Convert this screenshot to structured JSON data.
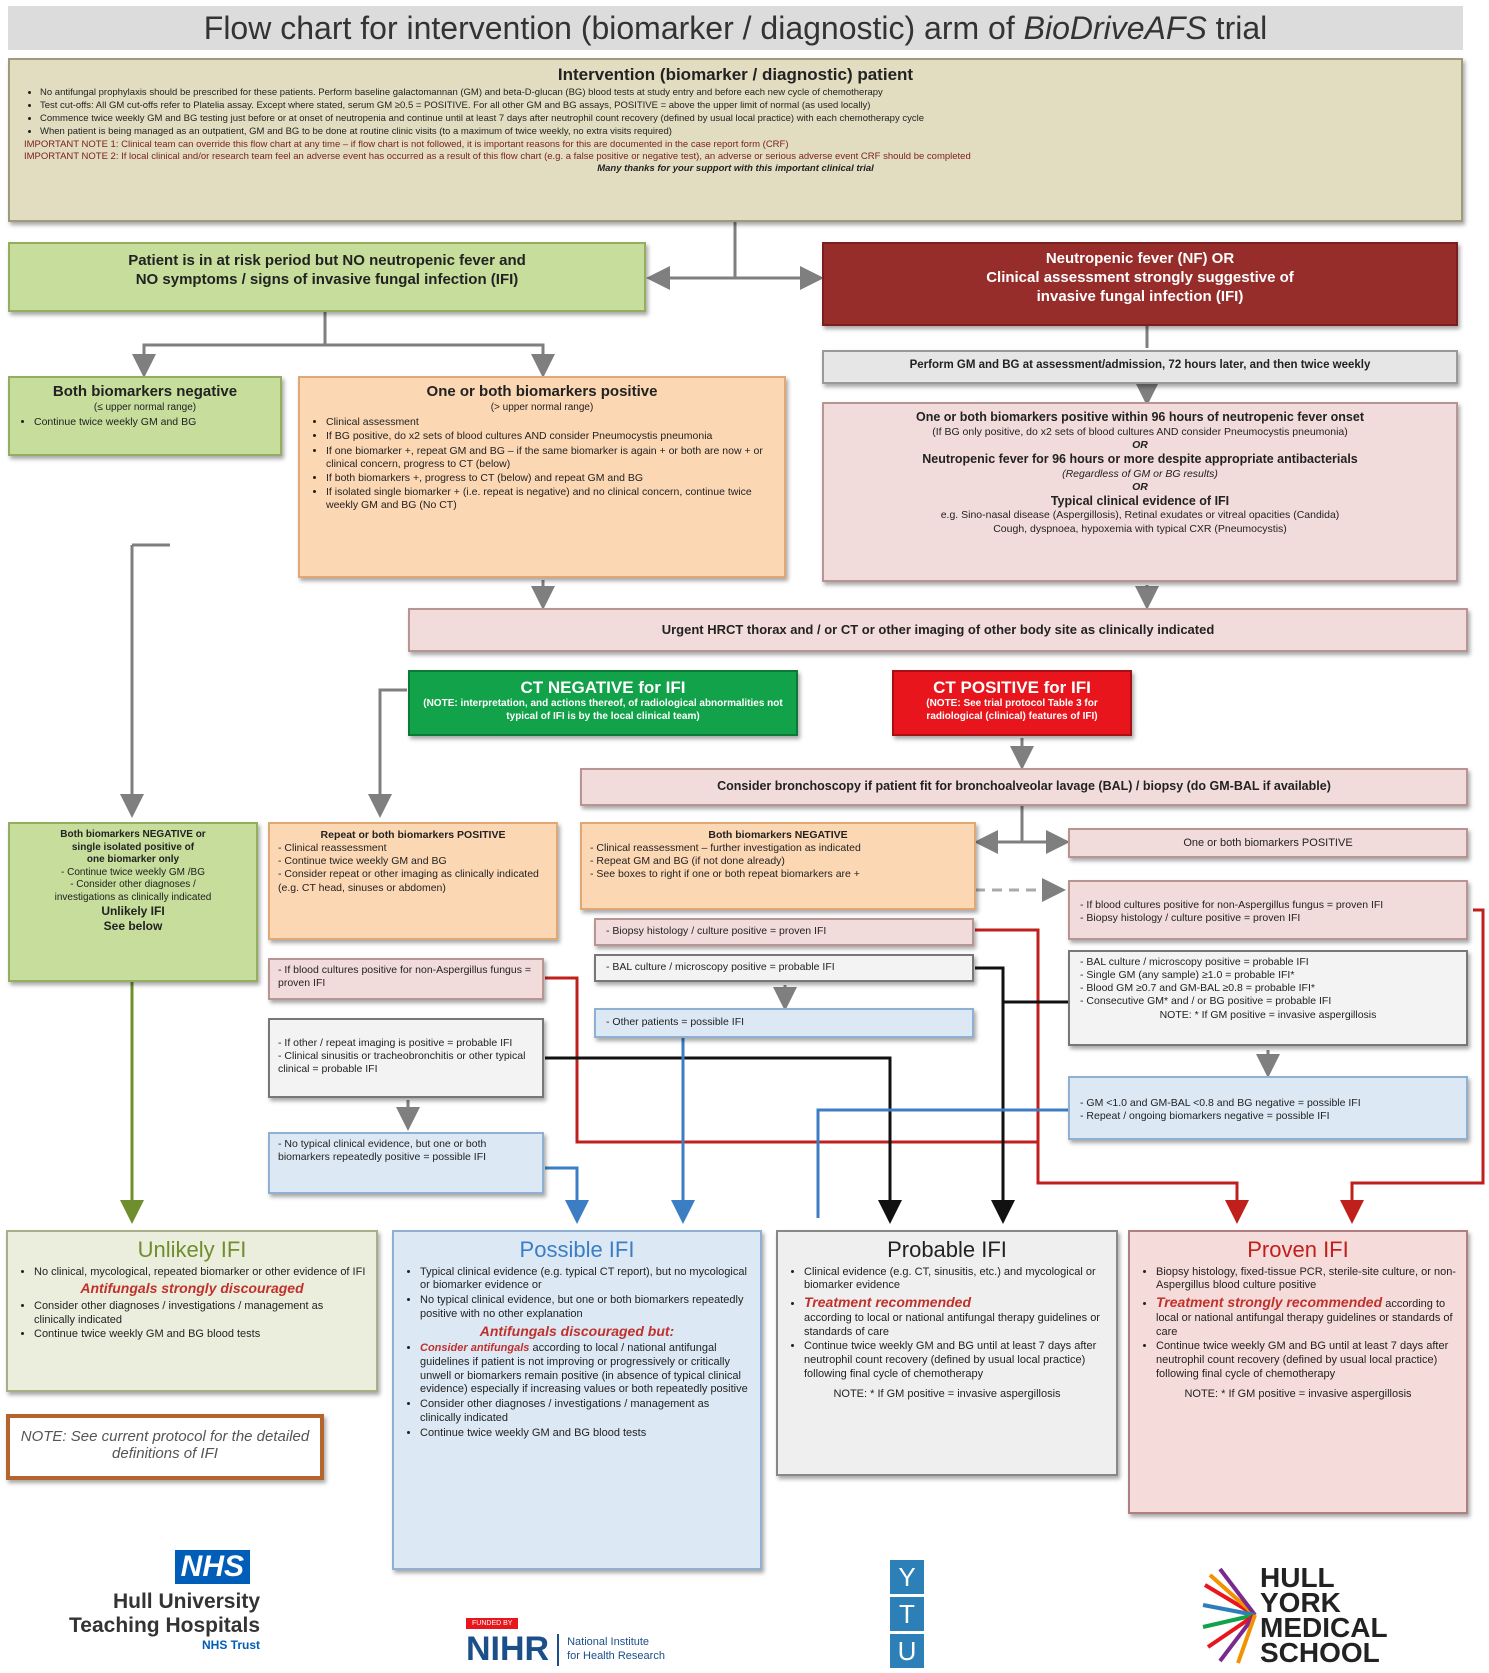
{
  "title": {
    "prefix": "Flow chart for intervention (biomarker / diagnostic) arm of ",
    "italic": "BioDriveAFS",
    "suffix": " trial"
  },
  "header": {
    "heading": "Intervention (biomarker / diagnostic) patient",
    "bullets": [
      "No antifungal prophylaxis should be prescribed for these patients. Perform baseline galactomannan (GM) and beta-D-glucan (BG) blood tests at study entry and before each new cycle of chemotherapy",
      "Test cut-offs: All GM cut-offs refer to Platelia assay. Except where stated, serum GM ≥0.5 = POSITIVE. For all other GM and BG assays, POSITIVE = above the upper limit of normal (as used locally)",
      "Commence twice weekly GM and BG testing just before or at onset of neutropenia and continue until at least 7 days after neutrophil count recovery (defined by usual local practice) with each chemotherapy cycle",
      "When patient is being managed as an outpatient, GM and BG to be done at routine clinic visits (to a maximum of twice weekly, no extra visits required)"
    ],
    "note1": "IMPORTANT NOTE 1: Clinical team can override this flow chart at any time – if flow chart is not followed, it is important reasons for this are documented in the case report form (CRF)",
    "note2": "IMPORTANT NOTE 2: If local clinical and/or research team feel an adverse event has occurred as a result of this flow chart (e.g. a false positive or negative test), an adverse or serious adverse event CRF should be completed",
    "thanks": "Many thanks for your support with this important clinical trial"
  },
  "at_risk": {
    "line1": "Patient is in at risk period but NO neutropenic fever and",
    "line2": "NO symptoms / signs of invasive fungal infection (IFI)"
  },
  "nf": {
    "line1": "Neutropenic fever (NF) OR",
    "line2": "Clinical assessment strongly suggestive of",
    "line3": "invasive fungal infection (IFI)"
  },
  "perform": "Perform GM and BG at assessment/admission, 72 hours later, and then twice weekly",
  "both_neg": {
    "title": "Both biomarkers negative",
    "sub": "(≤ upper normal range)",
    "bullet": "Continue twice weekly GM and BG"
  },
  "one_pos": {
    "title": "One or both biomarkers positive",
    "sub": "(> upper normal range)",
    "bullets": [
      "Clinical assessment",
      "If BG positive, do x2 sets of blood cultures AND consider Pneumocystis pneumonia",
      "If one biomarker +, repeat GM and BG – if the same biomarker is again + or both are now + or clinical concern, progress to CT (below)",
      "If both biomarkers +, progress to CT (below) and repeat GM and BG",
      "If isolated single biomarker + (i.e. repeat is negative) and no clinical concern, continue twice weekly GM and BG (No CT)"
    ]
  },
  "nf_criteria": {
    "c1": "One or both biomarkers positive within 96 hours of neutropenic fever onset",
    "c1sub": "(If BG only positive, do x2 sets of blood cultures AND consider Pneumocystis pneumonia)",
    "or": "OR",
    "c2": "Neutropenic fever for 96 hours or more despite appropriate antibacterials",
    "c2sub": "(Regardless of GM or BG results)",
    "c3": "Typical clinical evidence of IFI",
    "c3sub1": "e.g. Sino-nasal disease (Aspergillosis), Retinal exudates or vitreal opacities (Candida)",
    "c3sub2": "Cough, dyspnoea, hypoxemia with typical CXR (Pneumocystis)"
  },
  "hrct": "Urgent HRCT thorax and / or CT or other imaging of other body site as clinically indicated",
  "ct_neg": {
    "title": "CT NEGATIVE for IFI",
    "note": "(NOTE: interpretation, and actions thereof, of radiological abnormalities not typical of IFI is by the local clinical team)"
  },
  "ct_pos": {
    "title": "CT POSITIVE for IFI",
    "note": "(NOTE: See trial protocol Table 3 for radiological (clinical) features of IFI)"
  },
  "broncho": "Consider bronchoscopy if patient fit for bronchoalveolar lavage (BAL) / biopsy (do GM-BAL if available)",
  "left_neg": {
    "lines": [
      "Both biomarkers NEGATIVE or",
      "single isolated positive of",
      "one biomarker only",
      "- Continue twice weekly GM /BG",
      "- Consider other diagnoses /",
      "investigations as clinically indicated"
    ],
    "u1": "Unlikely IFI",
    "u2": "See below"
  },
  "repeat_pos": {
    "title": "Repeat or both biomarkers POSITIVE",
    "lines": [
      "- Clinical reassessment",
      "- Continue twice weekly GM and BG",
      "- Consider repeat or other imaging as clinically indicated (e.g. CT head, sinuses or abdomen)"
    ]
  },
  "blood_cult_left": "- If blood cultures positive for non-Aspergillus fungus = proven IFI",
  "other_img": "- If other / repeat imaging is positive = probable IFI\n- Clinical sinusitis or tracheobronchitis or other typical clinical = probable IFI",
  "no_typical": "- No typical clinical evidence, but one or both biomarkers repeatedly positive = possible IFI",
  "mid_neg": {
    "title": "Both biomarkers NEGATIVE",
    "lines": [
      "- Clinical reassessment – further investigation as indicated",
      "- Repeat GM and BG (if not done already)",
      "- See boxes to right if one or both repeat biomarkers are +"
    ]
  },
  "biopsy_mid": "- Biopsy histology / culture positive = proven IFI",
  "bal_mid": "- BAL culture / microscopy positive = probable IFI",
  "other_pat": "- Other patients = possible IFI",
  "right_pos": "One or both biomarkers POSITIVE",
  "right_proven": "- If blood cultures positive for non-Aspergillus fungus = proven IFI\n- Biopsy histology / culture positive = proven IFI",
  "right_probable": {
    "lines": [
      "- BAL culture / microscopy positive = probable IFI",
      "- Single GM (any sample) ≥1.0 = probable IFI*",
      "- Blood GM ≥0.7 and GM-BAL ≥0.8 = probable IFI*",
      "- Consecutive GM* and / or BG positive = probable IFI"
    ],
    "note": "NOTE: * If GM positive = invasive aspergillosis"
  },
  "right_possible": "- GM <1.0 and GM-BAL <0.8 and BG negative = possible IFI\n- Repeat / ongoing biomarkers negative = possible IFI",
  "unlikely": {
    "title": "Unlikely IFI",
    "b1": "No clinical, mycological, repeated biomarker or other evidence of IFI",
    "warn": "Antifungals strongly discouraged",
    "b2": "Consider other diagnoses / investigations / management as clinically indicated",
    "b3": "Continue twice weekly GM and BG blood tests"
  },
  "possible": {
    "title": "Possible IFI",
    "b1": "Typical clinical evidence (e.g. typical CT report), but no mycological or biomarker evidence or",
    "b2": "No typical clinical evidence, but one or both biomarkers repeatedly positive with no other explanation",
    "warn": "Antifungals discouraged but:",
    "b3red": "Consider antifungals",
    "b3": " according to local / national antifungal guidelines if patient is not improving or progressively or critically unwell or biomarkers remain positive (in absence of typical clinical evidence) especially if increasing values or both repeatedly positive",
    "b4": "Consider other diagnoses / investigations / management as clinically indicated",
    "b5": "Continue twice weekly GM and BG blood tests"
  },
  "probable": {
    "title": "Probable IFI",
    "b1": "Clinical evidence (e.g. CT, sinusitis, etc.) and mycological or biomarker evidence",
    "warn": "Treatment recommended",
    "b2": "according to local or national antifungal therapy guidelines or standards of care",
    "b3": "Continue twice weekly GM and BG until at least 7 days after neutrophil count recovery (defined by usual local practice) following final cycle of chemotherapy",
    "note": "NOTE: * If GM positive = invasive aspergillosis"
  },
  "proven": {
    "title": "Proven IFI",
    "b1": "Biopsy histology, fixed-tissue PCR, sterile-site culture, or non-Aspergillus blood culture positive",
    "warn": "Treatment strongly recommended",
    "b2": " according to local or national antifungal therapy guidelines or standards of care",
    "b3": "Continue twice weekly GM and BG until at least 7 days after neutrophil count recovery (defined by usual local practice) following final cycle of chemotherapy",
    "note": "NOTE: * If GM positive = invasive aspergillosis"
  },
  "note_box": "NOTE: See current protocol for the detailed definitions of IFI",
  "logos": {
    "nhs": "NHS",
    "hull1": "Hull University",
    "hull2": "Teaching Hospitals",
    "hull3": "NHS Trust",
    "nihr": "NIHR",
    "nihr_sub1": "National Institute",
    "nihr_sub2": "for Health Research",
    "funded": "FUNDED BY",
    "ytu1": "Y",
    "ytu2": "T",
    "ytu3": "U",
    "hyms1": "HULL",
    "hyms2": "YORK",
    "hyms3": "MEDICAL",
    "hyms4": "SCHOOL"
  },
  "colors": {
    "red_arrow": "#c0201c",
    "black_arrow": "#111111",
    "blue_arrow": "#3b7ec4",
    "grey_arrow": "#7f7f7f",
    "green_arrow": "#6f8e2d"
  }
}
